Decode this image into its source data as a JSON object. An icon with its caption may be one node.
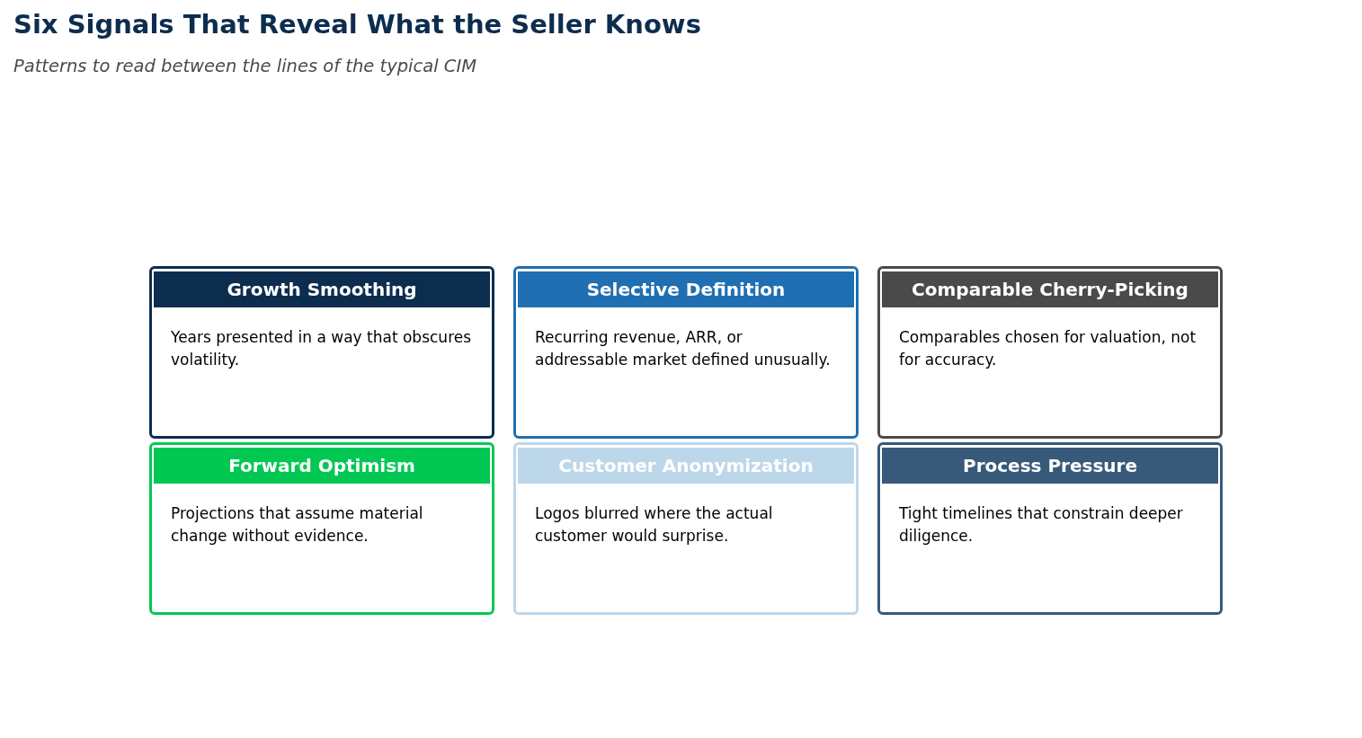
{
  "diagram": {
    "title": "Six Signals That Reveal What the Seller Knows",
    "caption": "Patterns to read between the lines of the typical CIM",
    "nodes": [
      {
        "text": [
          "Growth Smoothing",
          "Years presented in a way that obscures volatility."
        ]
      },
      {
        "text": [
          "Selective Definition",
          "Recurring revenue, ARR, or addressable market defined unusually."
        ]
      },
      {
        "text": [
          "Comparable Cherry-Picking",
          "Comparables chosen for valuation, not for accuracy."
        ]
      },
      {
        "text": [
          "Forward Optimism",
          "Projections that assume material change without evidence."
        ]
      },
      {
        "text": [
          "Customer Anonymization",
          "Logos blurred where the actual customer would surprise."
        ]
      },
      {
        "text": [
          "Process Pressure",
          "Tight timelines that constrain deeper diligence."
        ]
      }
    ]
  }
}
